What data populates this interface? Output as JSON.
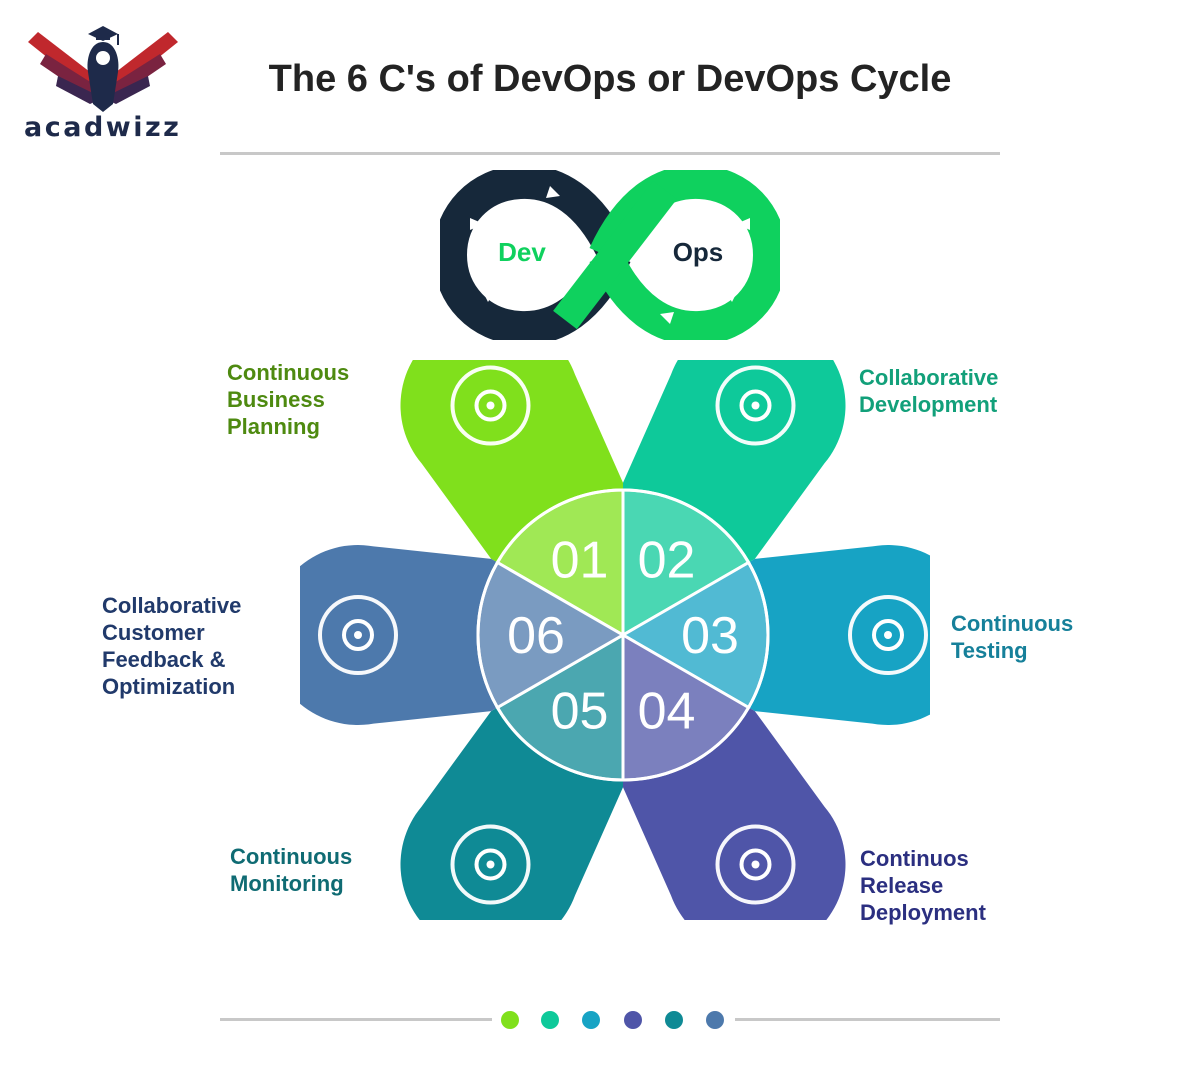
{
  "brand": {
    "name": "acadwizz",
    "colors": {
      "wing": "#c0282d",
      "body": "#1e2a4a"
    }
  },
  "title": "The 6 C's of DevOps or DevOps Cycle",
  "infinity": {
    "left_text": "Dev",
    "right_text": "Ops",
    "left_color": "#16283a",
    "right_color": "#0fd15e"
  },
  "phases": [
    {
      "number": "01",
      "label_lines": [
        "Continuous",
        "Business",
        "Planning"
      ],
      "color": "#80e01c",
      "label_color": "#4e8a10",
      "icon": "presentation-board-icon"
    },
    {
      "number": "02",
      "label_lines": [
        "Collaborative",
        "Development"
      ],
      "color": "#0ec99a",
      "label_color": "#12a07a",
      "icon": "idea-network-icon"
    },
    {
      "number": "03",
      "label_lines": [
        "Continuous",
        "Testing"
      ],
      "color": "#17a3c4",
      "label_color": "#16809a",
      "icon": "rocket-cycle-icon"
    },
    {
      "number": "04",
      "label_lines": [
        "Continuos",
        "Release",
        "Deployment"
      ],
      "color": "#4f55a8",
      "label_color": "#2b2f80",
      "icon": "gear-cycle-icon"
    },
    {
      "number": "05",
      "label_lines": [
        "Continuous",
        "Monitoring"
      ],
      "color": "#0f8a95",
      "label_color": "#0f6b73",
      "icon": "magnifier-chart-icon"
    },
    {
      "number": "06",
      "label_lines": [
        "Collaborative",
        "Customer",
        "Feedback &",
        "Optimization"
      ],
      "color": "#4d79ac",
      "label_color": "#213a6b",
      "icon": "team-feedback-icon"
    }
  ]
}
